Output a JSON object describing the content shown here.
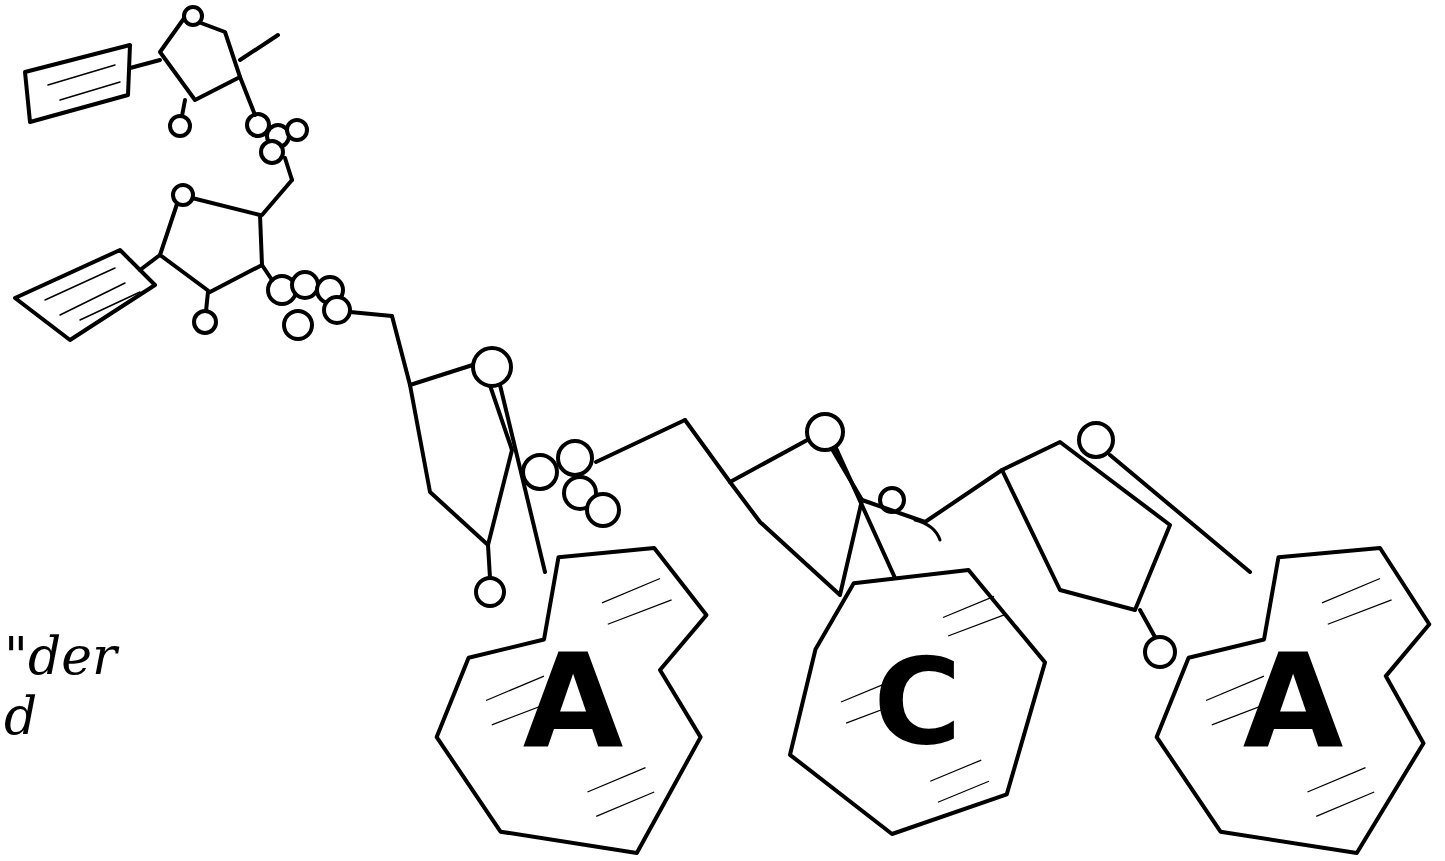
{
  "diagram": {
    "nodes": [
      {
        "text": [
          "A"
        ]
      },
      {
        "text": [
          "C"
        ]
      },
      {
        "text": [
          "A"
        ]
      }
    ],
    "labels": [
      "\"der",
      "d"
    ]
  }
}
